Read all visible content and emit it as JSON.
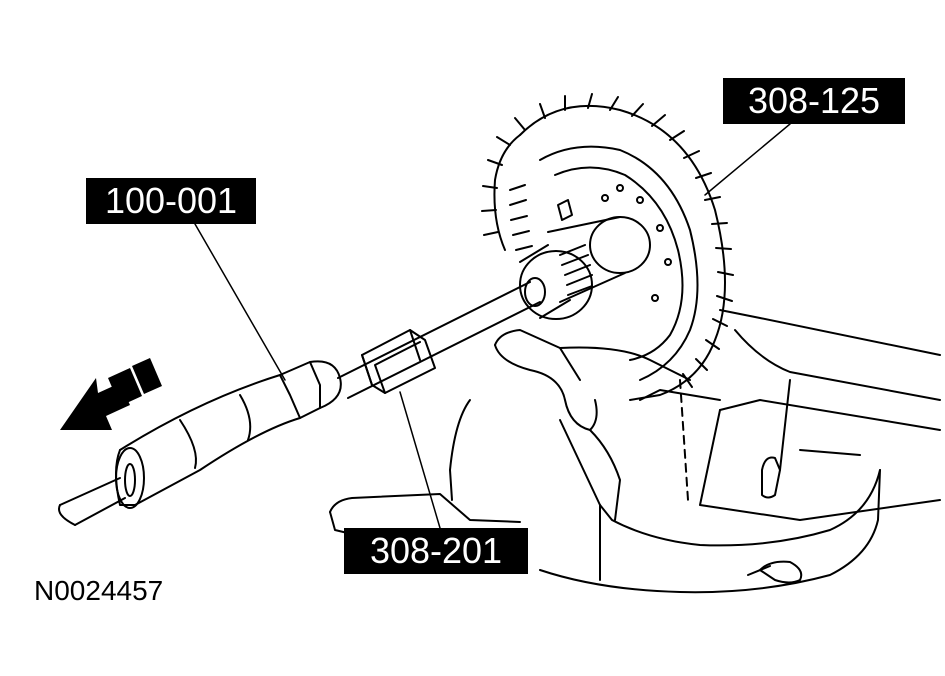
{
  "labels": {
    "tool_handle": "100-001",
    "gear_tool": "308-125",
    "adapter_tool": "308-201"
  },
  "figure_id": "N0024457",
  "colors": {
    "ink": "#000000",
    "paper": "#ffffff"
  },
  "icons": [
    "pull-direction-arrow-icon"
  ]
}
